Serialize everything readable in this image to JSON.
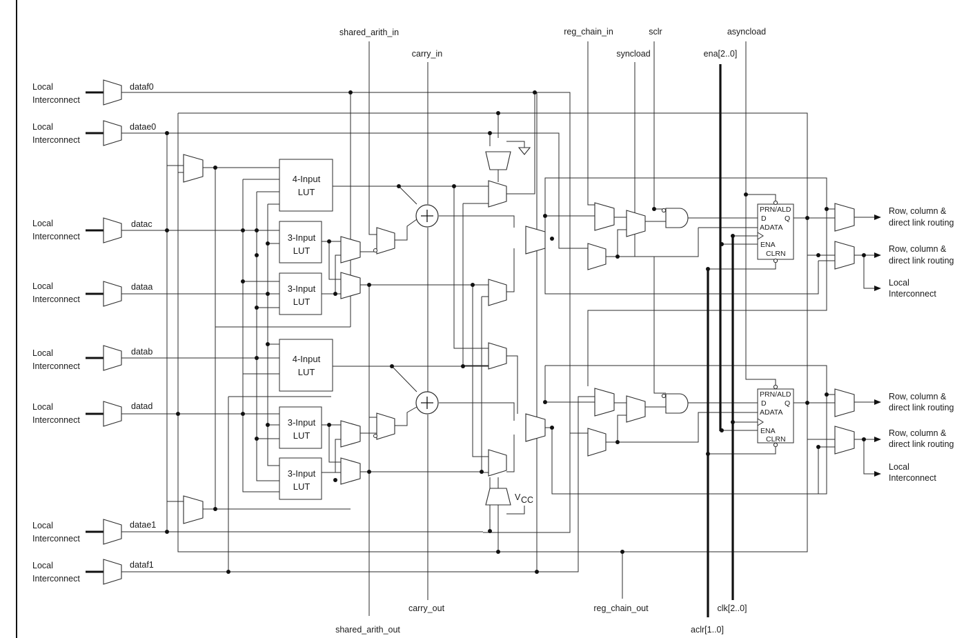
{
  "diagram": {
    "inputs": [
      {
        "source": "Local\nInterconnect",
        "signal": "dataf0"
      },
      {
        "source": "Local\nInterconnect",
        "signal": "datae0"
      },
      {
        "source": "Local\nInterconnect",
        "signal": "datac"
      },
      {
        "source": "Local\nInterconnect",
        "signal": "dataa"
      },
      {
        "source": "Local\nInterconnect",
        "signal": "datab"
      },
      {
        "source": "Local\nInterconnect",
        "signal": "datad"
      },
      {
        "source": "Local\nInterconnect",
        "signal": "datae1"
      },
      {
        "source": "Local\nInterconnect",
        "signal": "dataf1"
      }
    ],
    "top_signals": {
      "shared_arith_in": "shared_arith_in",
      "carry_in": "carry_in",
      "reg_chain_in": "reg_chain_in",
      "sclr": "sclr",
      "syncload": "syncload",
      "ena": "ena[2..0]",
      "asyncload": "asyncload"
    },
    "bottom_signals": {
      "shared_arith_out": "shared_arith_out",
      "carry_out": "carry_out",
      "reg_chain_out": "reg_chain_out",
      "clk": "clk[2..0]",
      "aclr": "aclr[1..0]"
    },
    "luts": [
      {
        "line1": "4-Input",
        "line2": "LUT"
      },
      {
        "line1": "3-Input",
        "line2": "LUT"
      },
      {
        "line1": "3-Input",
        "line2": "LUT"
      },
      {
        "line1": "4-Input",
        "line2": "LUT"
      },
      {
        "line1": "3-Input",
        "line2": "LUT"
      },
      {
        "line1": "3-Input",
        "line2": "LUT"
      }
    ],
    "flipflop": {
      "prn": "PRN/ALD",
      "d": "D",
      "q": "Q",
      "adata": "ADATA",
      "ena": "ENA",
      "clrn": "CLRN"
    },
    "vcc": {
      "v": "V",
      "sub": "CC"
    },
    "outputs": [
      {
        "line1": "Row, column &",
        "line2": "direct link routing"
      },
      {
        "line1": "Row, column &",
        "line2": "direct link routing"
      },
      {
        "line1": "Local",
        "line2": "Interconnect"
      },
      {
        "line1": "Row, column &",
        "line2": "direct link routing"
      },
      {
        "line1": "Row, column &",
        "line2": "direct link routing"
      },
      {
        "line1": "Local",
        "line2": "Interconnect"
      }
    ]
  }
}
